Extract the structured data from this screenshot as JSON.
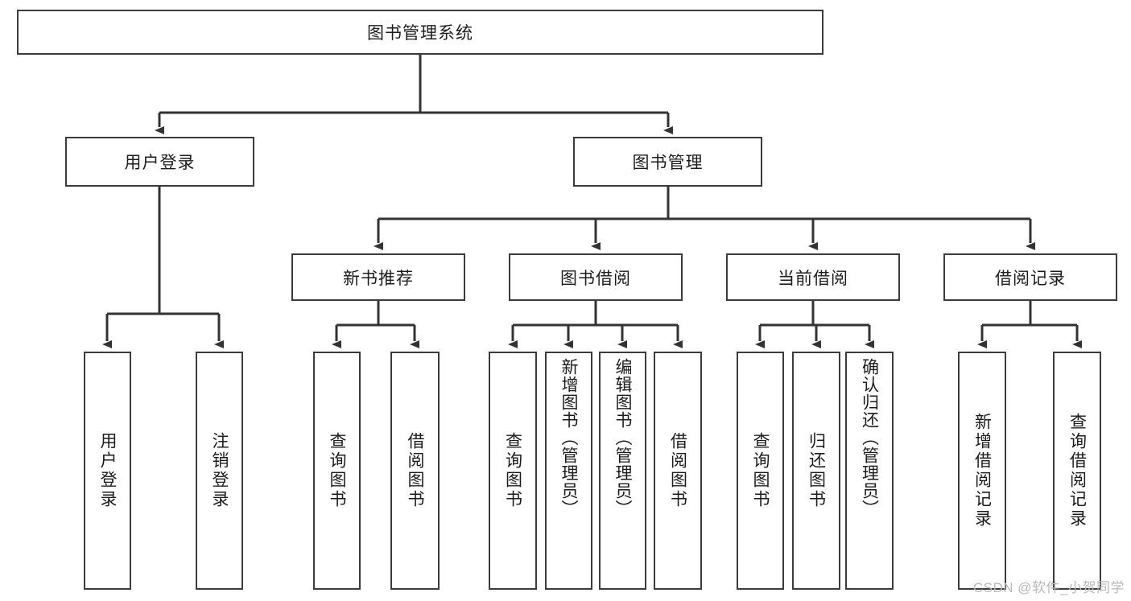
{
  "diagram": {
    "title": "图书管理系统",
    "watermark": "CSDN @软件_小贺同学",
    "colors": {
      "box_border": "#3b3b3b",
      "box_fill": "#ffffff",
      "connector": "#333333",
      "text": "#1c1c1c",
      "watermark": "#b9b9b9",
      "background": "#ffffff"
    },
    "levels": {
      "root": {
        "label": "图书管理系统"
      },
      "level2": [
        {
          "label": "用户登录"
        },
        {
          "label": "图书管理"
        }
      ],
      "level3": [
        {
          "label": "新书推荐"
        },
        {
          "label": "图书借阅"
        },
        {
          "label": "当前借阅"
        },
        {
          "label": "借阅记录"
        }
      ],
      "leaves": [
        {
          "label": "用户登录",
          "parent": "用户登录"
        },
        {
          "label": "注销登录",
          "parent": "用户登录"
        },
        {
          "label": "查询图书",
          "parent": "新书推荐"
        },
        {
          "label": "借阅图书",
          "parent": "新书推荐"
        },
        {
          "label": "查询图书",
          "parent": "图书借阅"
        },
        {
          "label": "新增图书（管理员）",
          "parent": "图书借阅"
        },
        {
          "label": "编辑图书（管理员）",
          "parent": "图书借阅"
        },
        {
          "label": "借阅图书",
          "parent": "图书借阅"
        },
        {
          "label": "查询图书",
          "parent": "当前借阅"
        },
        {
          "label": "归还图书",
          "parent": "当前借阅"
        },
        {
          "label": "确认归还（管理员）",
          "parent": "当前借阅"
        },
        {
          "label": "新增借阅记录",
          "parent": "借阅记录"
        },
        {
          "label": "查询借阅记录",
          "parent": "借阅记录"
        }
      ]
    }
  }
}
